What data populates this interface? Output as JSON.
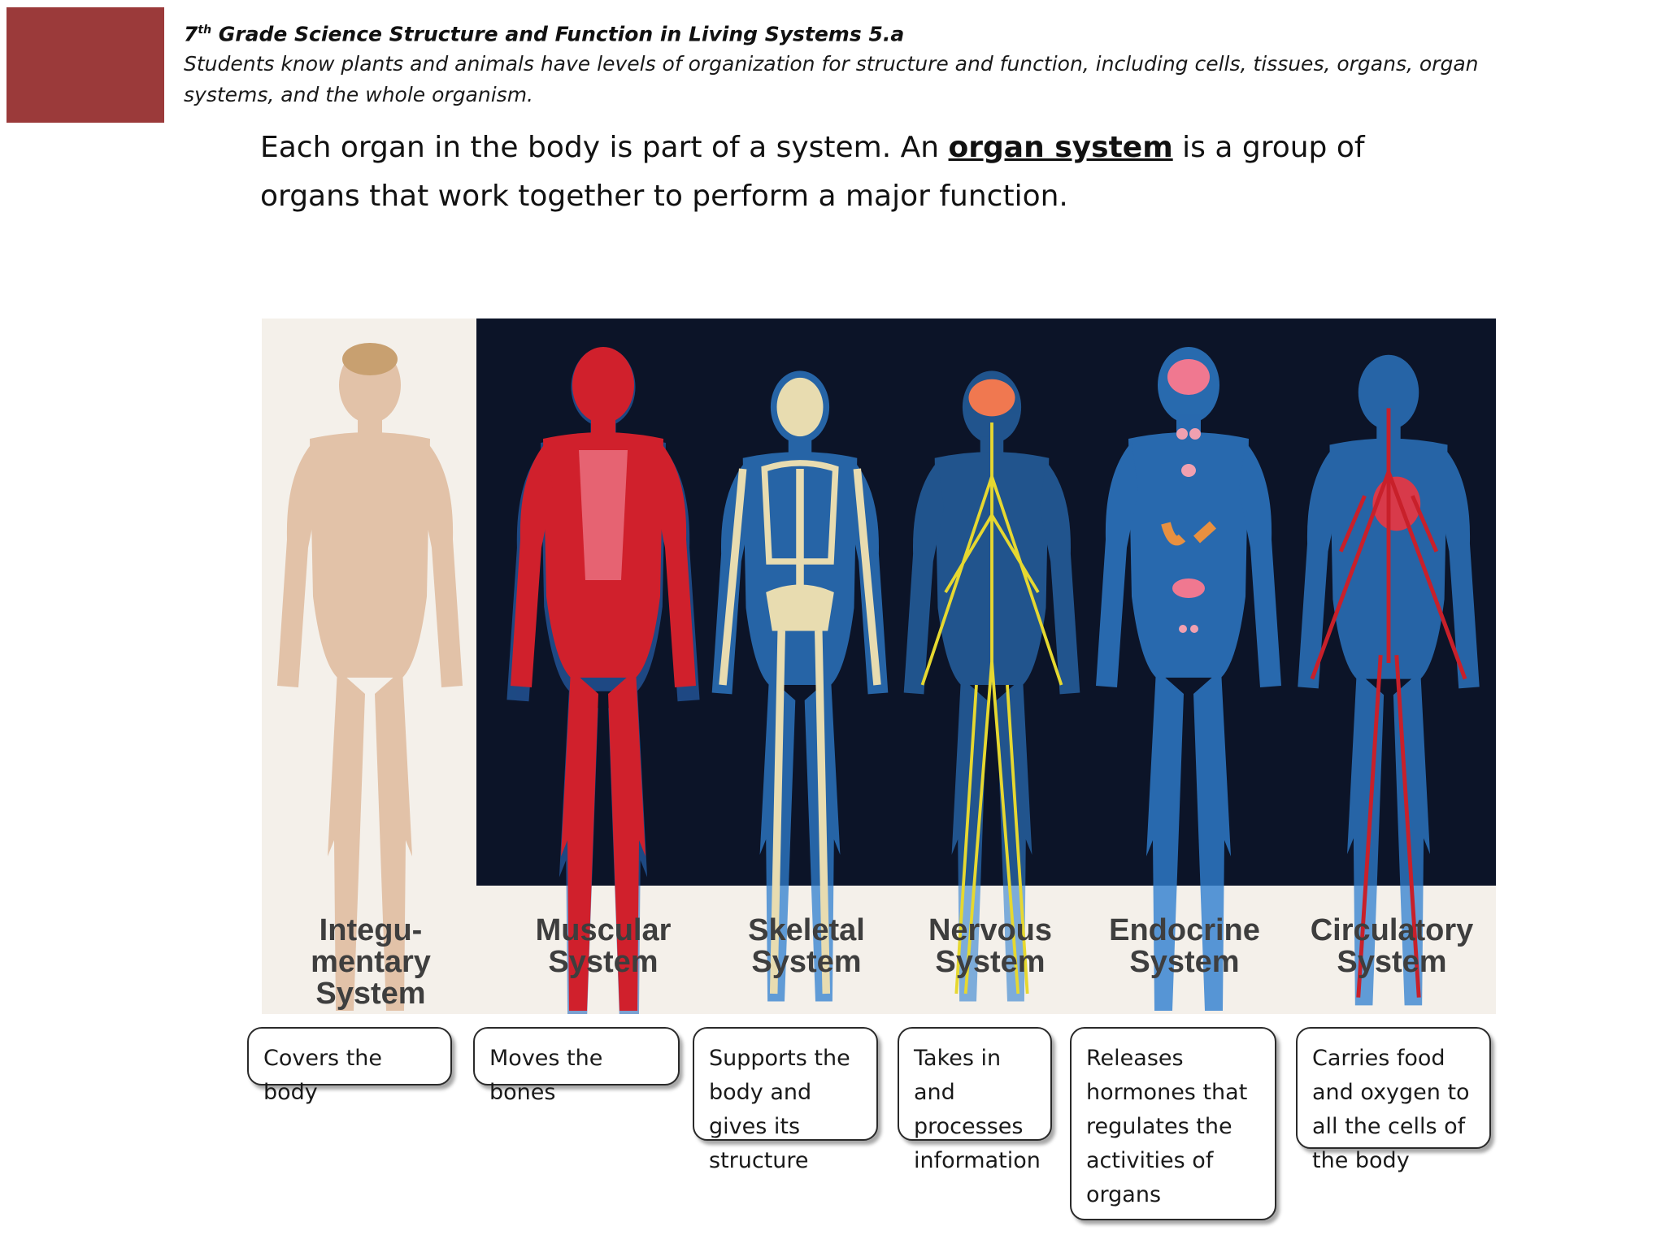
{
  "header": {
    "grade_sup": "th",
    "title_rest": " Grade Science Structure and Function in Living Systems 5.a",
    "grade_num": "7",
    "standard_text": "Students know plants and animals have levels of organization for structure and function, including cells, tissues, organs, organ systems, and the whole organism.",
    "accent_color": "#9b3a3a"
  },
  "intro": {
    "part1": "Each organ in the body is part of a system. An ",
    "term": "organ system",
    "part2": " is a group of organs that work together to perform a major function."
  },
  "systems": [
    {
      "label": "Integu-\nmentary\nSystem",
      "function": "Covers the body"
    },
    {
      "label": "Muscular\nSystem",
      "function": "Moves the bones"
    },
    {
      "label": "Skeletal\nSystem",
      "function": "Supports the body and gives its structure"
    },
    {
      "label": "Nervous\nSystem",
      "function": "Takes in and processes information"
    },
    {
      "label": "Endocrine\nSystem",
      "function": "Releases hormones that regulates the activities of organs"
    },
    {
      "label": "Circulatory\nSystem",
      "function": "Carries food and oxygen to all the cells of the body"
    }
  ],
  "colors": {
    "dark_panel": "#0c1428",
    "skin": "#e2c2a8",
    "muscle": "#d0202c",
    "bone": "#e8dcb0",
    "nerve": "#e6d830",
    "body_glow": "#2f7fd0",
    "vessel": "#c8202a"
  }
}
